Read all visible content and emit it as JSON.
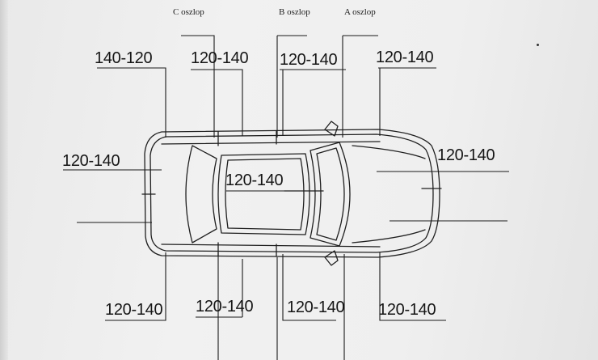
{
  "pillars": {
    "c": "C oszlop",
    "b": "B oszlop",
    "a": "A oszlop"
  },
  "values": {
    "top_left": "140-120",
    "top_c": "120-140",
    "top_b": "120-140",
    "top_front": "120-140",
    "rear": "120-140",
    "roof": "120-140",
    "front": "120-140",
    "bottom_left": "120-140",
    "bottom_c": "120-140",
    "bottom_b": "120-140",
    "bottom_front": "120-140"
  },
  "colors": {
    "ink": "#1a1a1a",
    "paper": "#efefef"
  }
}
